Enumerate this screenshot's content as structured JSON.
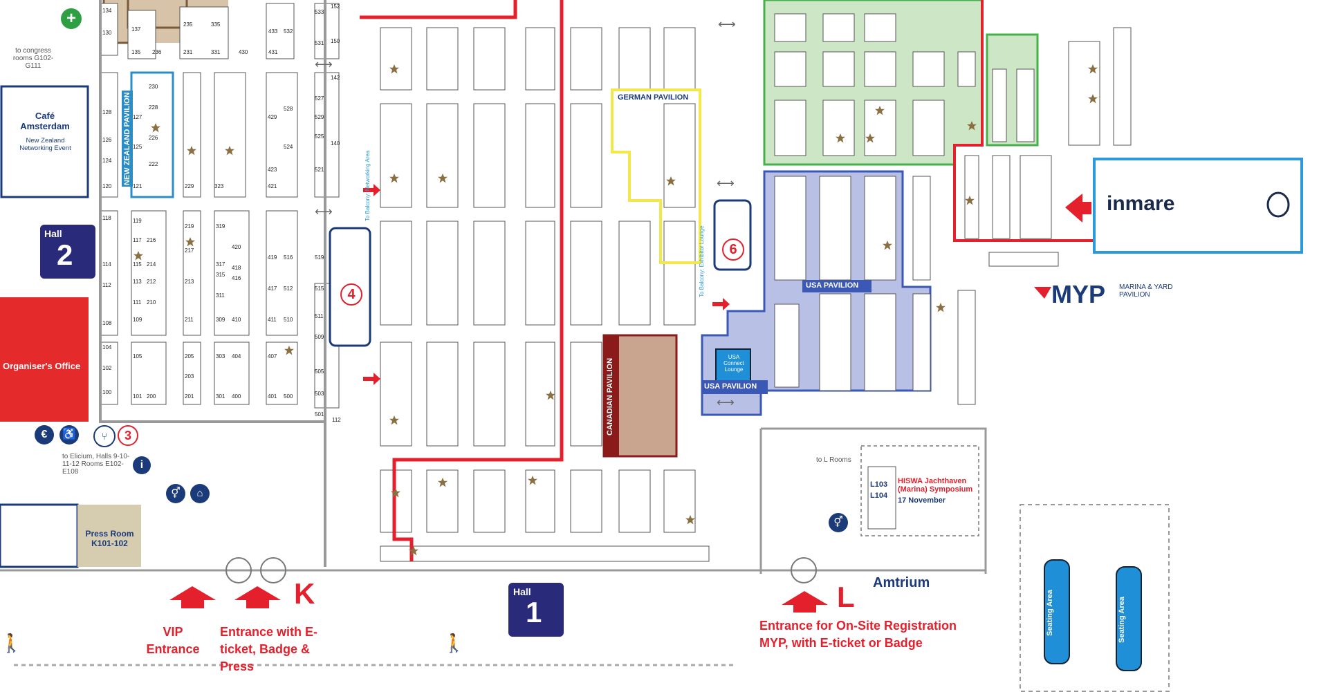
{
  "map_title": "",
  "halls": {
    "hall1": {
      "word": "Hall",
      "num": "1"
    },
    "hall2": {
      "word": "Hall",
      "num": "2"
    }
  },
  "areas": {
    "cafe_amsterdam": "Café Amsterdam",
    "nz_event": "New Zealand Networking Event",
    "organiser_office": "Organiser's Office",
    "press_room": "Press Room K101-102",
    "to_congress": "to congress rooms G102- G111",
    "to_elicium": "to Elicium, Halls 9-10-11-12 Rooms E102-E108",
    "to_l_rooms": "to L Rooms",
    "amtrium": "Amtrium",
    "balcony_networking": "To Balcony: Networking Area",
    "balcony_exhibitor": "To Balcony: Exhibitor Lounge",
    "usa_connect": "USA Connect Lounge",
    "seating_area": "Seating Area"
  },
  "pavilions": {
    "new_zealand": "NEW ZEALAND PAVILION",
    "german": "GERMAN PAVILION",
    "usa": "USA PAVILION",
    "canadian": "CANADIAN PAVILION",
    "myp_logo": "MYP",
    "myp_sub": "MARINA & YARD PAVILION"
  },
  "sponsor": {
    "logo_text": "inmare"
  },
  "entrances": {
    "k_letter": "K",
    "l_letter": "L",
    "vip": "VIP Entrance",
    "k_entrance": "Entrance with E-ticket, Badge & Press",
    "l_entrance": "Entrance for On-Site Registration MYP, with E-ticket or Badge"
  },
  "symposium": {
    "rooms": [
      "L103",
      "L104"
    ],
    "title": "HISWA Jachthaven (Marina) Symposium",
    "date": "17 November"
  },
  "catering_numbers": [
    "3",
    "4",
    "6"
  ],
  "amenity_icons": [
    "euro-icon",
    "wheelchair-icon",
    "restaurant-icon",
    "info-icon",
    "toilet-icon",
    "cloakroom-icon",
    "first-aid-icon",
    "entrance-arrow-icon",
    "walking-person-icon",
    "star-icon"
  ],
  "colors": {
    "route_red": "#e4202c",
    "hall_navy": "#2a2a7a",
    "nz_blue": "#2b8dc8",
    "german_yellow": "#f2e84a",
    "usa_fill": "#b9c0e6",
    "usa_border": "#3a58b4",
    "green_fill": "#cde6c5",
    "green_border": "#46b04a",
    "canadian_fill": "#c9a48e",
    "canadian_border": "#8b1a1a",
    "star": "#8a6f42",
    "press_fill": "#d6cdb0",
    "office_red": "#e42a2a"
  },
  "booths": [
    {
      "id": "134"
    },
    {
      "id": "130"
    },
    {
      "id": "137"
    },
    {
      "id": "235"
    },
    {
      "id": "335"
    },
    {
      "id": "135"
    },
    {
      "id": "236"
    },
    {
      "id": "231"
    },
    {
      "id": "331"
    },
    {
      "id": "430"
    },
    {
      "id": "433"
    },
    {
      "id": "532"
    },
    {
      "id": "431"
    },
    {
      "id": "533"
    },
    {
      "id": "531"
    },
    {
      "id": "152"
    },
    {
      "id": "150"
    },
    {
      "id": "230"
    },
    {
      "id": "228"
    },
    {
      "id": "226"
    },
    {
      "id": "222"
    },
    {
      "id": "127"
    },
    {
      "id": "125"
    },
    {
      "id": "121"
    },
    {
      "id": "128"
    },
    {
      "id": "126"
    },
    {
      "id": "124"
    },
    {
      "id": "120"
    },
    {
      "id": "229"
    },
    {
      "id": "323"
    },
    {
      "id": "429"
    },
    {
      "id": "423"
    },
    {
      "id": "421"
    },
    {
      "id": "528"
    },
    {
      "id": "524"
    },
    {
      "id": "142"
    },
    {
      "id": "527"
    },
    {
      "id": "529"
    },
    {
      "id": "525"
    },
    {
      "id": "521"
    },
    {
      "id": "140"
    },
    {
      "id": "118"
    },
    {
      "id": "114"
    },
    {
      "id": "112"
    },
    {
      "id": "108"
    },
    {
      "id": "104"
    },
    {
      "id": "102"
    },
    {
      "id": "100"
    },
    {
      "id": "119"
    },
    {
      "id": "117"
    },
    {
      "id": "216"
    },
    {
      "id": "115"
    },
    {
      "id": "214"
    },
    {
      "id": "113"
    },
    {
      "id": "212"
    },
    {
      "id": "111"
    },
    {
      "id": "210"
    },
    {
      "id": "109"
    },
    {
      "id": "219"
    },
    {
      "id": "217"
    },
    {
      "id": "213"
    },
    {
      "id": "211"
    },
    {
      "id": "319"
    },
    {
      "id": "420"
    },
    {
      "id": "317"
    },
    {
      "id": "418"
    },
    {
      "id": "315"
    },
    {
      "id": "416"
    },
    {
      "id": "311"
    },
    {
      "id": "309"
    },
    {
      "id": "410"
    },
    {
      "id": "419"
    },
    {
      "id": "516"
    },
    {
      "id": "417"
    },
    {
      "id": "512"
    },
    {
      "id": "411"
    },
    {
      "id": "510"
    },
    {
      "id": "519"
    },
    {
      "id": "515"
    },
    {
      "id": "511"
    },
    {
      "id": "509"
    },
    {
      "id": "105"
    },
    {
      "id": "101"
    },
    {
      "id": "200"
    },
    {
      "id": "205"
    },
    {
      "id": "203"
    },
    {
      "id": "201"
    },
    {
      "id": "303"
    },
    {
      "id": "404"
    },
    {
      "id": "301"
    },
    {
      "id": "400"
    },
    {
      "id": "407"
    },
    {
      "id": "401"
    },
    {
      "id": "500"
    },
    {
      "id": "505"
    },
    {
      "id": "503"
    },
    {
      "id": "501"
    },
    {
      "id": "112"
    },
    {
      "id": "151"
    },
    {
      "id": "251"
    },
    {
      "id": "351"
    },
    {
      "id": "451"
    },
    {
      "id": "551"
    },
    {
      "id": "649"
    },
    {
      "id": "751"
    },
    {
      "id": "850"
    },
    {
      "id": "143"
    },
    {
      "id": "141"
    },
    {
      "id": "243"
    },
    {
      "id": "344"
    },
    {
      "id": "241"
    },
    {
      "id": "345"
    },
    {
      "id": "341"
    },
    {
      "id": "443"
    },
    {
      "id": "540"
    },
    {
      "id": "441"
    },
    {
      "id": "643"
    },
    {
      "id": "541"
    },
    {
      "id": "641"
    },
    {
      "id": "740"
    },
    {
      "id": "741"
    },
    {
      "id": "847"
    },
    {
      "id": "841"
    },
    {
      "id": "845"
    },
    {
      "id": "835"
    },
    {
      "id": "439"
    },
    {
      "id": "437"
    },
    {
      "id": "534"
    },
    {
      "id": "435"
    },
    {
      "id": "532"
    },
    {
      "id": "433"
    },
    {
      "id": "536"
    },
    {
      "id": "438"
    },
    {
      "id": "434"
    },
    {
      "id": "131"
    },
    {
      "id": "231"
    },
    {
      "id": "331"
    },
    {
      "id": "430"
    },
    {
      "id": "539"
    },
    {
      "id": "537"
    },
    {
      "id": "638"
    },
    {
      "id": "535"
    },
    {
      "id": "634"
    },
    {
      "id": "531"
    },
    {
      "id": "630"
    },
    {
      "id": "639"
    },
    {
      "id": "637"
    },
    {
      "id": "734"
    },
    {
      "id": "631"
    },
    {
      "id": "730"
    },
    {
      "id": "735"
    },
    {
      "id": "838"
    },
    {
      "id": "836"
    },
    {
      "id": "733"
    },
    {
      "id": "834"
    },
    {
      "id": "731"
    },
    {
      "id": "830"
    },
    {
      "id": "127"
    },
    {
      "id": "224"
    },
    {
      "id": "125"
    },
    {
      "id": "123"
    },
    {
      "id": "222"
    },
    {
      "id": "121"
    },
    {
      "id": "223"
    },
    {
      "id": "322"
    },
    {
      "id": "221"
    },
    {
      "id": "320"
    },
    {
      "id": "329"
    },
    {
      "id": "325"
    },
    {
      "id": "424"
    },
    {
      "id": "323"
    },
    {
      "id": "422"
    },
    {
      "id": "321"
    },
    {
      "id": "429"
    },
    {
      "id": "524"
    },
    {
      "id": "423"
    },
    {
      "id": "421"
    },
    {
      "id": "520"
    },
    {
      "id": "529"
    },
    {
      "id": "527"
    },
    {
      "id": "626"
    },
    {
      "id": "525"
    },
    {
      "id": "521"
    },
    {
      "id": "620"
    },
    {
      "id": "621"
    },
    {
      "id": "729"
    },
    {
      "id": "728"
    },
    {
      "id": "725"
    },
    {
      "id": "726"
    },
    {
      "id": "723"
    },
    {
      "id": "724"
    },
    {
      "id": "721"
    },
    {
      "id": "115"
    },
    {
      "id": "111"
    },
    {
      "id": "318"
    },
    {
      "id": "316"
    },
    {
      "id": "217"
    },
    {
      "id": "314"
    },
    {
      "id": "213"
    },
    {
      "id": "209"
    },
    {
      "id": "310"
    },
    {
      "id": "317"
    },
    {
      "id": "311"
    },
    {
      "id": "410"
    },
    {
      "id": "418"
    },
    {
      "id": "416"
    },
    {
      "id": "414"
    },
    {
      "id": "518"
    },
    {
      "id": "518A"
    },
    {
      "id": "417"
    },
    {
      "id": "516"
    },
    {
      "id": "415"
    },
    {
      "id": "512"
    },
    {
      "id": "411"
    },
    {
      "id": "618"
    },
    {
      "id": "519"
    },
    {
      "id": "616"
    },
    {
      "id": "515"
    },
    {
      "id": "513"
    },
    {
      "id": "612"
    },
    {
      "id": "511"
    },
    {
      "id": "617"
    },
    {
      "id": "615"
    },
    {
      "id": "712"
    },
    {
      "id": "613"
    },
    {
      "id": "710"
    },
    {
      "id": "719"
    },
    {
      "id": "717"
    },
    {
      "id": "812"
    },
    {
      "id": "715"
    },
    {
      "id": "713"
    },
    {
      "id": "711"
    },
    {
      "id": "810"
    },
    {
      "id": "821"
    },
    {
      "id": "819"
    },
    {
      "id": "106"
    },
    {
      "id": "813"
    },
    {
      "id": "811"
    },
    {
      "id": "809"
    },
    {
      "id": "100"
    },
    {
      "id": "101"
    },
    {
      "id": "102"
    },
    {
      "id": "103"
    },
    {
      "id": "205"
    },
    {
      "id": "203"
    },
    {
      "id": "302"
    },
    {
      "id": "305"
    },
    {
      "id": "303"
    },
    {
      "id": "404"
    },
    {
      "id": "407"
    },
    {
      "id": "504"
    },
    {
      "id": "403"
    },
    {
      "id": "502"
    },
    {
      "id": "509"
    },
    {
      "id": "507"
    },
    {
      "id": "505"
    },
    {
      "id": "602"
    },
    {
      "id": "605"
    },
    {
      "id": "708"
    },
    {
      "id": "603"
    },
    {
      "id": "704"
    },
    {
      "id": "706"
    },
    {
      "id": "703"
    },
    {
      "id": "701"
    },
    {
      "id": "806"
    },
    {
      "id": "804"
    },
    {
      "id": "802"
    },
    {
      "id": "101"
    },
    {
      "id": "200"
    },
    {
      "id": "201"
    },
    {
      "id": "300"
    },
    {
      "id": "301"
    },
    {
      "id": "400"
    },
    {
      "id": "401"
    },
    {
      "id": "500"
    },
    {
      "id": "600"
    },
    {
      "id": "702"
    },
    {
      "id": "800"
    },
    {
      "id": "801"
    },
    {
      "id": "141"
    },
    {
      "id": "241"
    },
    {
      "id": "341"
    },
    {
      "id": "542"
    },
    {
      "id": "539"
    },
    {
      "id": "133"
    },
    {
      "id": "232"
    },
    {
      "id": "233"
    },
    {
      "id": "332"
    },
    {
      "id": "131"
    },
    {
      "id": "230"
    },
    {
      "id": "231"
    },
    {
      "id": "330"
    },
    {
      "id": "432"
    },
    {
      "id": "433"
    },
    {
      "id": "532"
    },
    {
      "id": "533"
    },
    {
      "id": "333"
    },
    {
      "id": "430"
    },
    {
      "id": "431"
    },
    {
      "id": "530"
    },
    {
      "id": "531"
    },
    {
      "id": "123"
    },
    {
      "id": "222"
    },
    {
      "id": "121"
    },
    {
      "id": "220"
    },
    {
      "id": "229"
    },
    {
      "id": "322"
    },
    {
      "id": "227"
    },
    {
      "id": "320"
    },
    {
      "id": "323"
    },
    {
      "id": "321"
    },
    {
      "id": "420"
    },
    {
      "id": "423"
    },
    {
      "id": "524"
    },
    {
      "id": "522"
    },
    {
      "id": "421"
    },
    {
      "id": "520"
    },
    {
      "id": "618"
    },
    {
      "id": "621"
    },
    {
      "id": "720"
    },
    {
      "id": "723"
    },
    {
      "id": "818"
    },
    {
      "id": "616"
    },
    {
      "id": "612"
    },
    {
      "id": "610"
    },
    {
      "id": "619"
    },
    {
      "id": "716"
    },
    {
      "id": "617"
    },
    {
      "id": "714"
    },
    {
      "id": "712"
    },
    {
      "id": "611"
    },
    {
      "id": "710"
    },
    {
      "id": "719"
    },
    {
      "id": "816"
    },
    {
      "id": "814"
    },
    {
      "id": "715"
    },
    {
      "id": "812"
    },
    {
      "id": "711"
    },
    {
      "id": "810"
    },
    {
      "id": "821"
    },
    {
      "id": "817"
    },
    {
      "id": "819"
    },
    {
      "id": "811"
    },
    {
      "id": "523"
    },
    {
      "id": "521"
    },
    {
      "id": "119"
    },
    {
      "id": "218"
    },
    {
      "id": "216"
    },
    {
      "id": "115"
    },
    {
      "id": "214"
    },
    {
      "id": "113"
    },
    {
      "id": "212"
    },
    {
      "id": "223"
    },
    {
      "id": "316"
    },
    {
      "id": "221"
    },
    {
      "id": "314"
    },
    {
      "id": "219"
    },
    {
      "id": "312"
    },
    {
      "id": "217"
    },
    {
      "id": "310"
    },
    {
      "id": "215"
    },
    {
      "id": "213"
    },
    {
      "id": "308"
    },
    {
      "id": "319"
    },
    {
      "id": "418"
    },
    {
      "id": "317"
    },
    {
      "id": "315"
    },
    {
      "id": "414"
    },
    {
      "id": "313"
    },
    {
      "id": "311"
    },
    {
      "id": "412"
    },
    {
      "id": "309"
    },
    {
      "id": "410"
    },
    {
      "id": "419"
    },
    {
      "id": "518"
    },
    {
      "id": "417"
    },
    {
      "id": "516"
    },
    {
      "id": "415"
    },
    {
      "id": "514"
    },
    {
      "id": "413"
    },
    {
      "id": "411"
    },
    {
      "id": "510"
    },
    {
      "id": "519"
    },
    {
      "id": "517"
    },
    {
      "id": "515"
    },
    {
      "id": "606"
    },
    {
      "id": "604"
    },
    {
      "id": "602"
    },
    {
      "id": "609"
    },
    {
      "id": "708"
    },
    {
      "id": "706"
    },
    {
      "id": "605"
    },
    {
      "id": "704"
    },
    {
      "id": "603"
    },
    {
      "id": "703"
    },
    {
      "id": "600"
    },
    {
      "id": "601"
    },
    {
      "id": "801"
    },
    {
      "id": "111"
    },
    {
      "id": "208"
    },
    {
      "id": "109"
    },
    {
      "id": "206"
    },
    {
      "id": "107"
    },
    {
      "id": "204"
    },
    {
      "id": "105"
    },
    {
      "id": "202"
    },
    {
      "id": "103"
    },
    {
      "id": "200"
    },
    {
      "id": "211"
    },
    {
      "id": "209"
    },
    {
      "id": "302"
    },
    {
      "id": "207"
    },
    {
      "id": "300"
    },
    {
      "id": "205"
    },
    {
      "id": "203"
    },
    {
      "id": "228"
    },
    {
      "id": "201"
    },
    {
      "id": "306"
    },
    {
      "id": "304"
    },
    {
      "id": "307"
    },
    {
      "id": "305"
    },
    {
      "id": "406"
    },
    {
      "id": "404"
    },
    {
      "id": "303"
    },
    {
      "id": "402"
    },
    {
      "id": "301"
    },
    {
      "id": "400"
    },
    {
      "id": "409"
    },
    {
      "id": "407"
    },
    {
      "id": "508"
    },
    {
      "id": "405"
    },
    {
      "id": "502"
    },
    {
      "id": "403"
    },
    {
      "id": "500"
    },
    {
      "id": "511"
    },
    {
      "id": "507"
    },
    {
      "id": "501"
    },
    {
      "id": "401"
    },
    {
      "id": "401A"
    }
  ]
}
